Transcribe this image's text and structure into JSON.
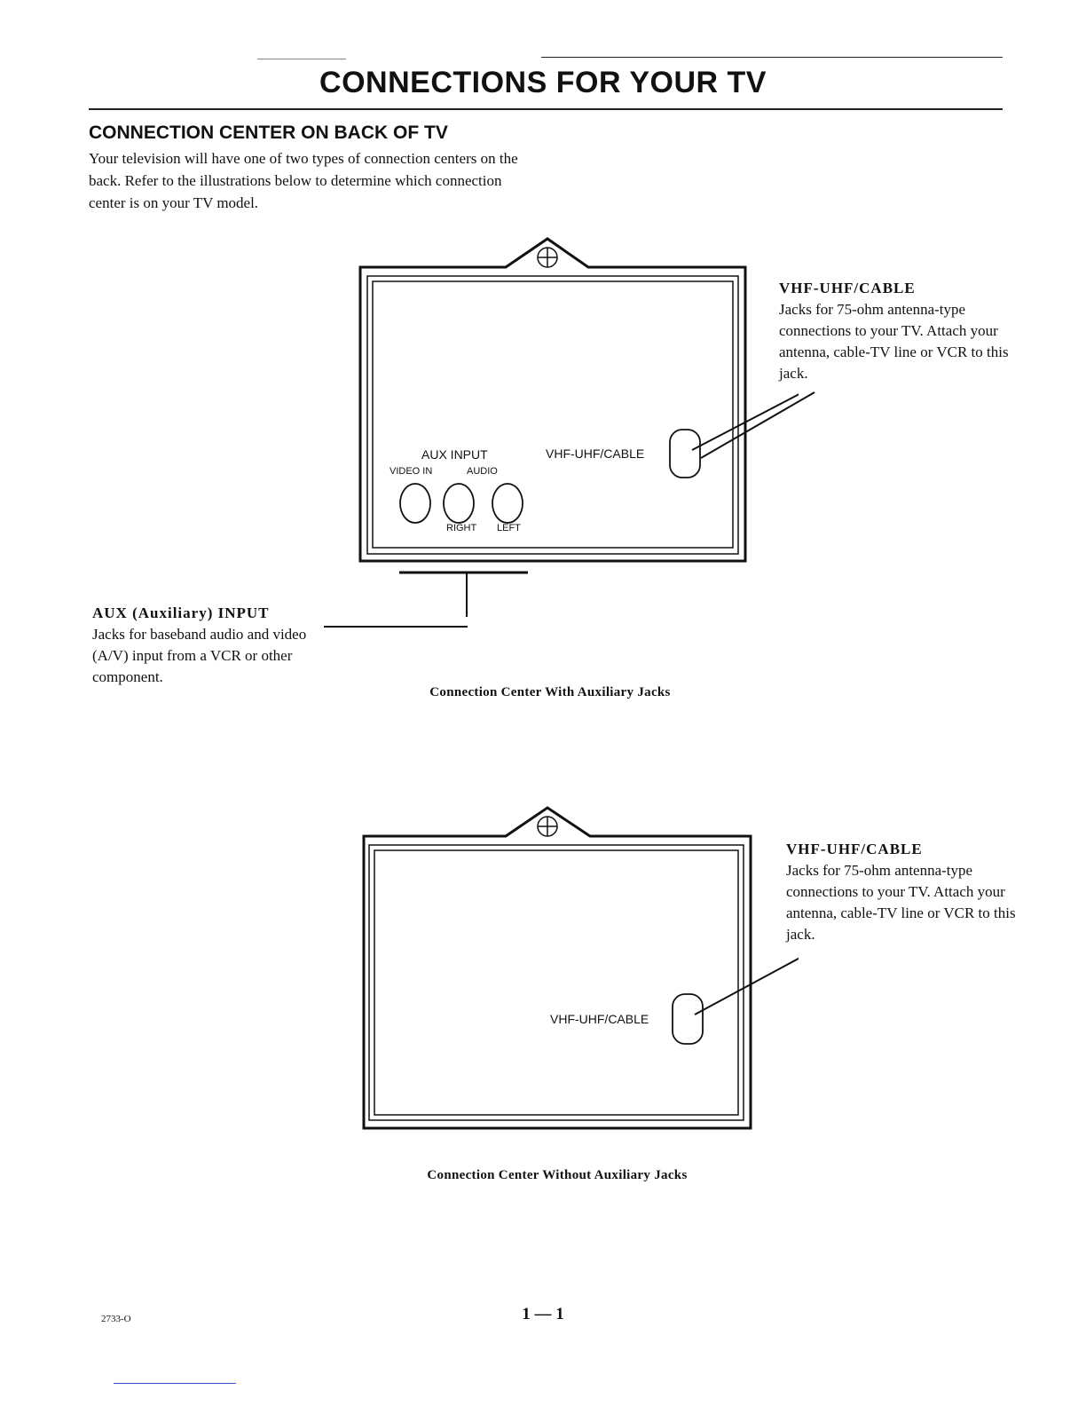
{
  "page": {
    "title": "CONNECTIONS FOR YOUR TV",
    "section_heading": "CONNECTION CENTER ON BACK OF TV",
    "intro": "Your television will have one of two types of connection centers on the back. Refer to the illustrations below to determine which connection center is on your TV model."
  },
  "diagram1": {
    "aux_input_label": "AUX INPUT",
    "video_in_label": "VIDEO IN",
    "audio_label": "AUDIO",
    "right_label": "RIGHT",
    "left_label": "LEFT",
    "vhf_jack_label": "VHF-UHF/CABLE",
    "caption": "Connection Center With Auxiliary Jacks",
    "callout_vhf": {
      "head": "VHF-UHF/CABLE",
      "body": "Jacks for 75-ohm antenna-type connections to your TV. Attach your antenna, cable-TV line or VCR to this jack."
    },
    "callout_aux": {
      "head": "AUX (Auxiliary) INPUT",
      "body": "Jacks for baseband audio and video (A/V) input from a VCR or other component."
    }
  },
  "diagram2": {
    "vhf_jack_label": "VHF-UHF/CABLE",
    "caption": "Connection Center Without Auxiliary Jacks",
    "callout_vhf": {
      "head": "VHF-UHF/CABLE",
      "body": "Jacks for 75-ohm antenna-type connections to your TV. Attach your antenna, cable-TV line or VCR to this jack."
    }
  },
  "footer": {
    "code": "2733-O",
    "page_number": "1 — 1"
  }
}
